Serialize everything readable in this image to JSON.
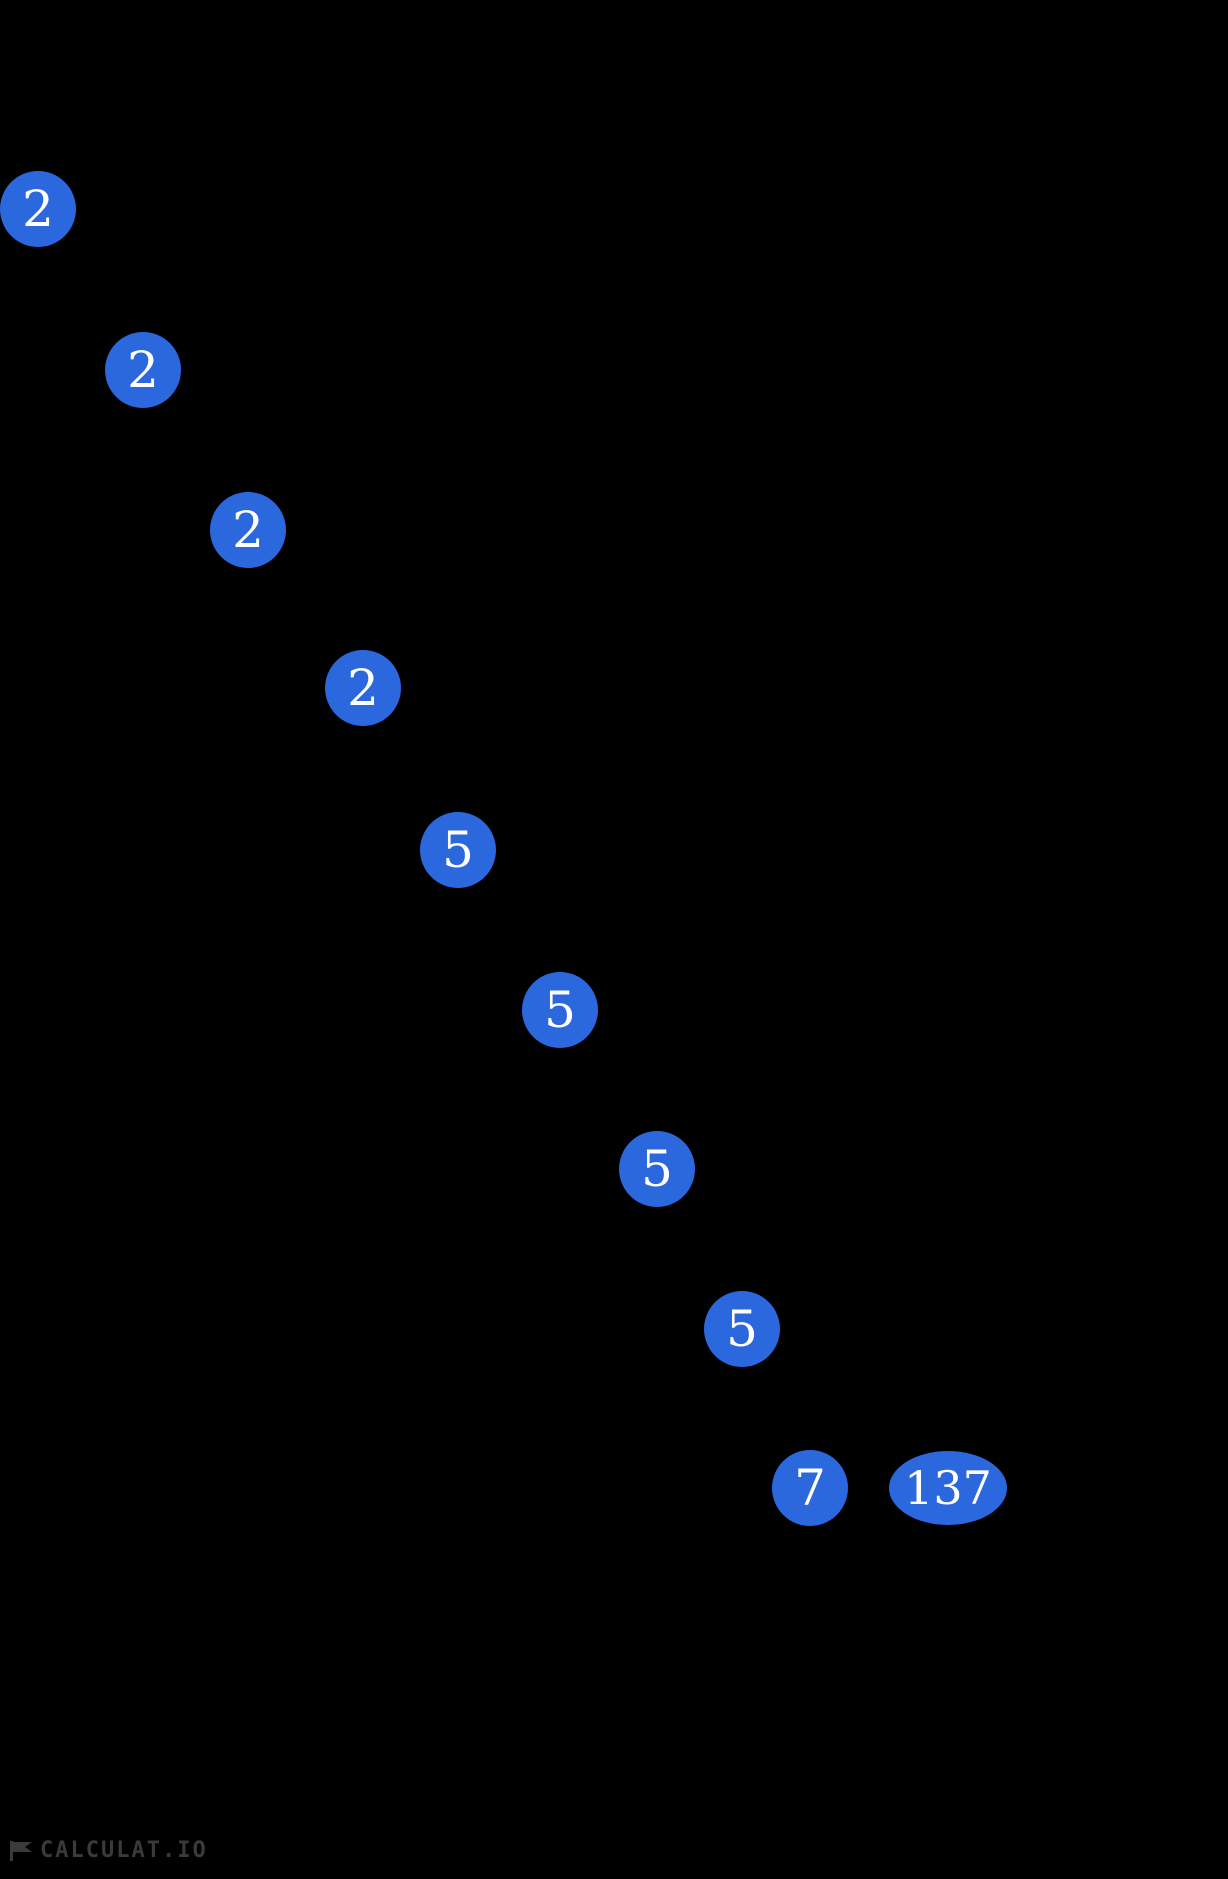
{
  "canvas": {
    "background": "#000000"
  },
  "tree": {
    "description": "prime factor tree nodes (visible leaves)",
    "node_fill": "#2b67dd",
    "node_text_color": "#ffffff",
    "nodes": [
      {
        "label": "2"
      },
      {
        "label": "2"
      },
      {
        "label": "2"
      },
      {
        "label": "2"
      },
      {
        "label": "5"
      },
      {
        "label": "5"
      },
      {
        "label": "5"
      },
      {
        "label": "5"
      },
      {
        "label": "7"
      },
      {
        "label": "137"
      }
    ]
  },
  "watermark": {
    "text": "CALCULAT.IO",
    "icon": "flag-icon",
    "color": "#3a3a3a"
  }
}
